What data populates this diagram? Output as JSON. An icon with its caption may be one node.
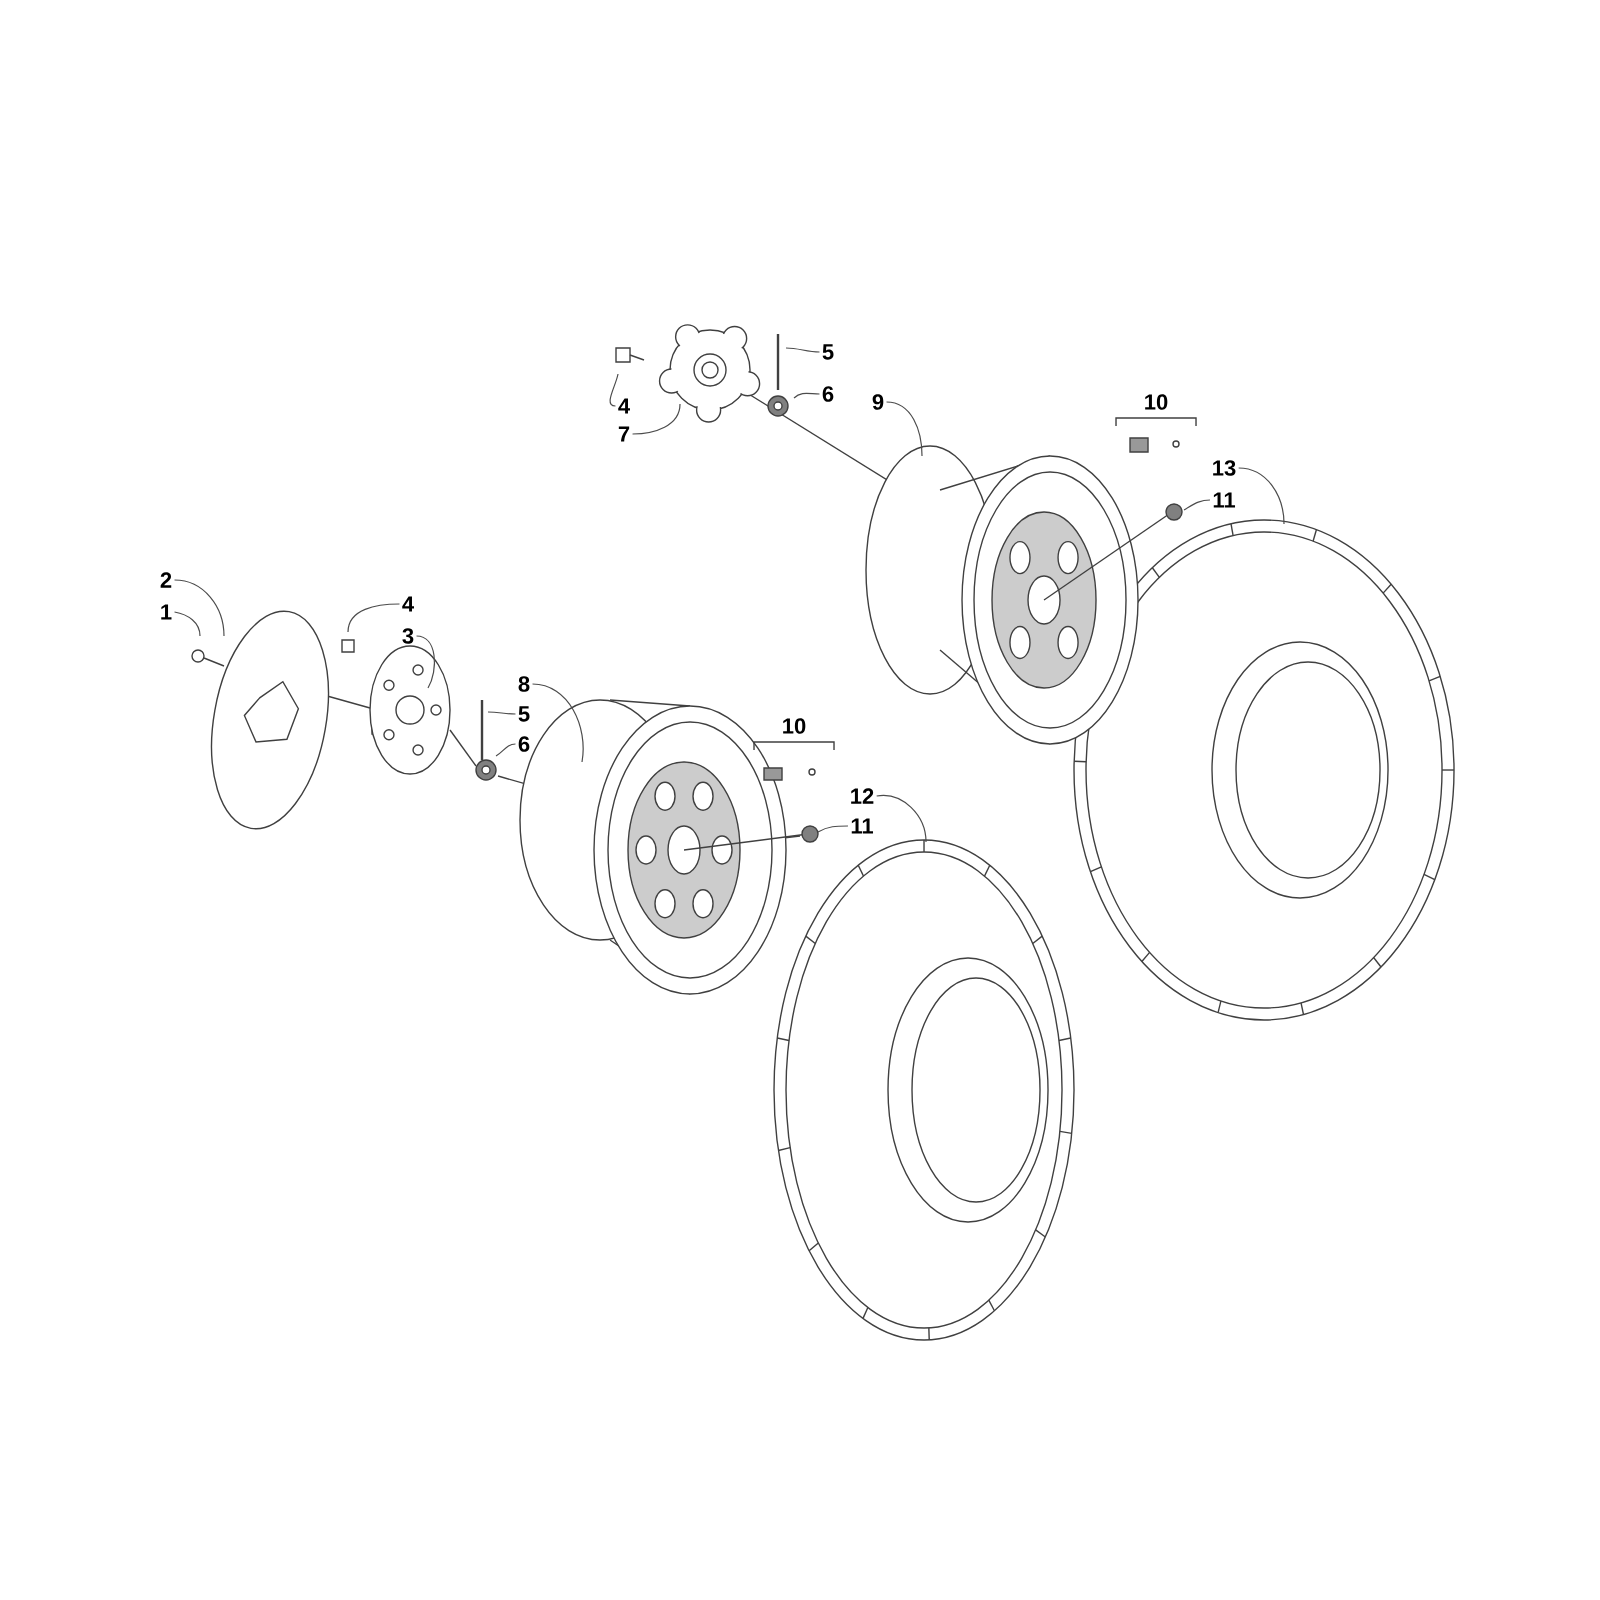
{
  "diagram": {
    "nodes": [
      {
        "text": [
          "5"
        ]
      },
      {
        "text": [
          "6"
        ]
      },
      {
        "text": [
          "9"
        ]
      },
      {
        "text": [
          "4"
        ]
      },
      {
        "text": [
          "7"
        ]
      },
      {
        "text": [
          "13"
        ]
      },
      {
        "text": [
          "11"
        ]
      },
      {
        "text": [
          "2"
        ]
      },
      {
        "text": [
          "1"
        ]
      },
      {
        "text": [
          "4"
        ]
      },
      {
        "text": [
          "3"
        ]
      },
      {
        "text": [
          "8"
        ]
      },
      {
        "text": [
          "5"
        ]
      },
      {
        "text": [
          "6"
        ]
      },
      {
        "text": [
          "12"
        ]
      },
      {
        "text": [
          "11"
        ]
      }
    ],
    "edges": [
      {
        "from": 0,
        "to": null,
        "arrow": "none"
      },
      {
        "from": 1,
        "to": null,
        "arrow": "none"
      },
      {
        "from": 2,
        "to": null,
        "arrow": "none"
      },
      {
        "from": 3,
        "to": null,
        "arrow": "none"
      },
      {
        "from": 4,
        "to": null,
        "arrow": "none"
      },
      {
        "from": 5,
        "to": null,
        "arrow": "none"
      },
      {
        "from": 6,
        "to": null,
        "arrow": "none"
      },
      {
        "from": 7,
        "to": null,
        "arrow": "none"
      },
      {
        "from": 8,
        "to": null,
        "arrow": "none"
      },
      {
        "from": 9,
        "to": null,
        "arrow": "none"
      },
      {
        "from": 10,
        "to": null,
        "arrow": "none"
      },
      {
        "from": 11,
        "to": null,
        "arrow": "none"
      },
      {
        "from": 12,
        "to": null,
        "arrow": "none"
      },
      {
        "from": 13,
        "to": null,
        "arrow": "none"
      },
      {
        "from": 14,
        "to": null,
        "arrow": "none"
      },
      {
        "from": 15,
        "to": null,
        "arrow": "none"
      }
    ],
    "labels": [
      "10",
      "10"
    ]
  }
}
